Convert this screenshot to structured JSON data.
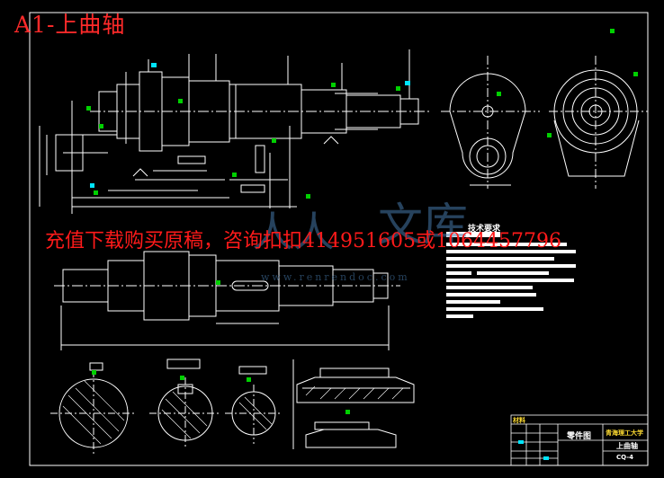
{
  "drawing": {
    "sheet_title": "A1-上曲轴",
    "promo_text": "充值下载购买原稿，咨询扣扣414951605或1064457796",
    "watermark_cjk_1": "人人",
    "watermark_cjk_2": "文库",
    "watermark_url": "www.renrendoc.com"
  },
  "title_block": {
    "label_tech_reqs": "技术要求",
    "label_part_drawing": "零件图",
    "label_school": "青海理工大学",
    "part_name": "上曲轴",
    "label_material": "材料",
    "drawing_code": "CQ-4"
  },
  "colors": {
    "background": "#000000",
    "lines": "#ffffff",
    "title_text": "#ff2a2a",
    "dimension_marks": "#00d000",
    "highlights": "#00e5ff",
    "title_block_text": "#ffdc32"
  }
}
